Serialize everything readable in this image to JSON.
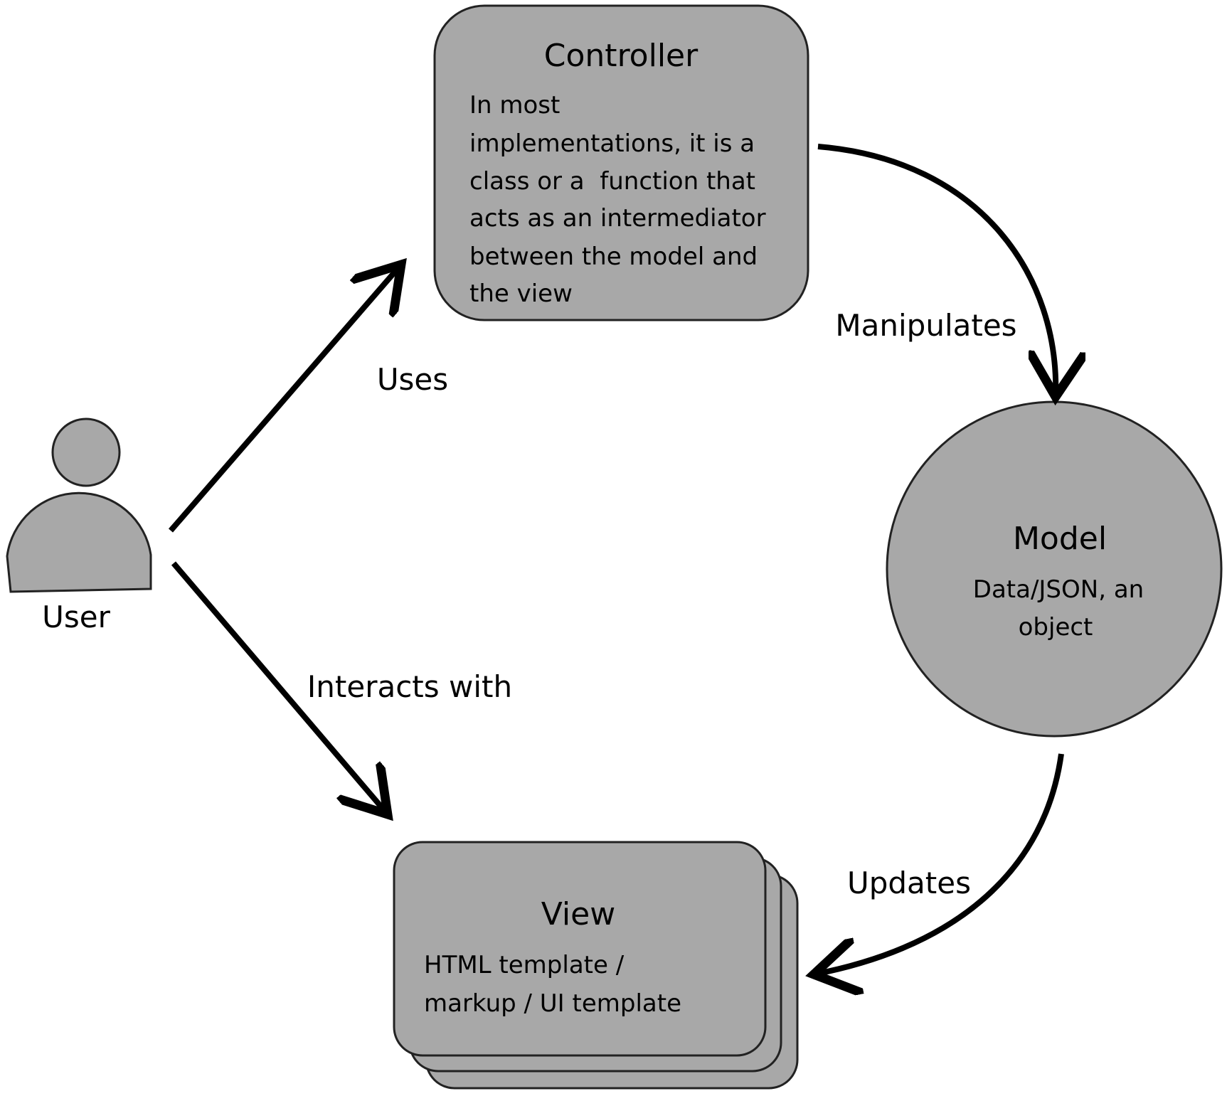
{
  "colors": {
    "node_fill": "#a8a8a8",
    "node_stroke": "#222222",
    "arrow": "#000000",
    "background": "#ffffff"
  },
  "nodes": {
    "controller": {
      "title": "Controller",
      "lines": [
        "In most",
        "implementations, it is a",
        "class or a  function that",
        "acts as an intermediator",
        "between the model and",
        "the view"
      ]
    },
    "model": {
      "title": "Model",
      "lines": [
        "Data/JSON, an",
        "object"
      ]
    },
    "view": {
      "title": "View",
      "lines": [
        "HTML template /",
        "markup / UI template"
      ]
    },
    "user": {
      "label": "User",
      "icon": "user-icon"
    }
  },
  "edges": {
    "uses": "Uses",
    "manipulates": "Manipulates",
    "updates": "Updates",
    "interacts_with": "Interacts with"
  }
}
